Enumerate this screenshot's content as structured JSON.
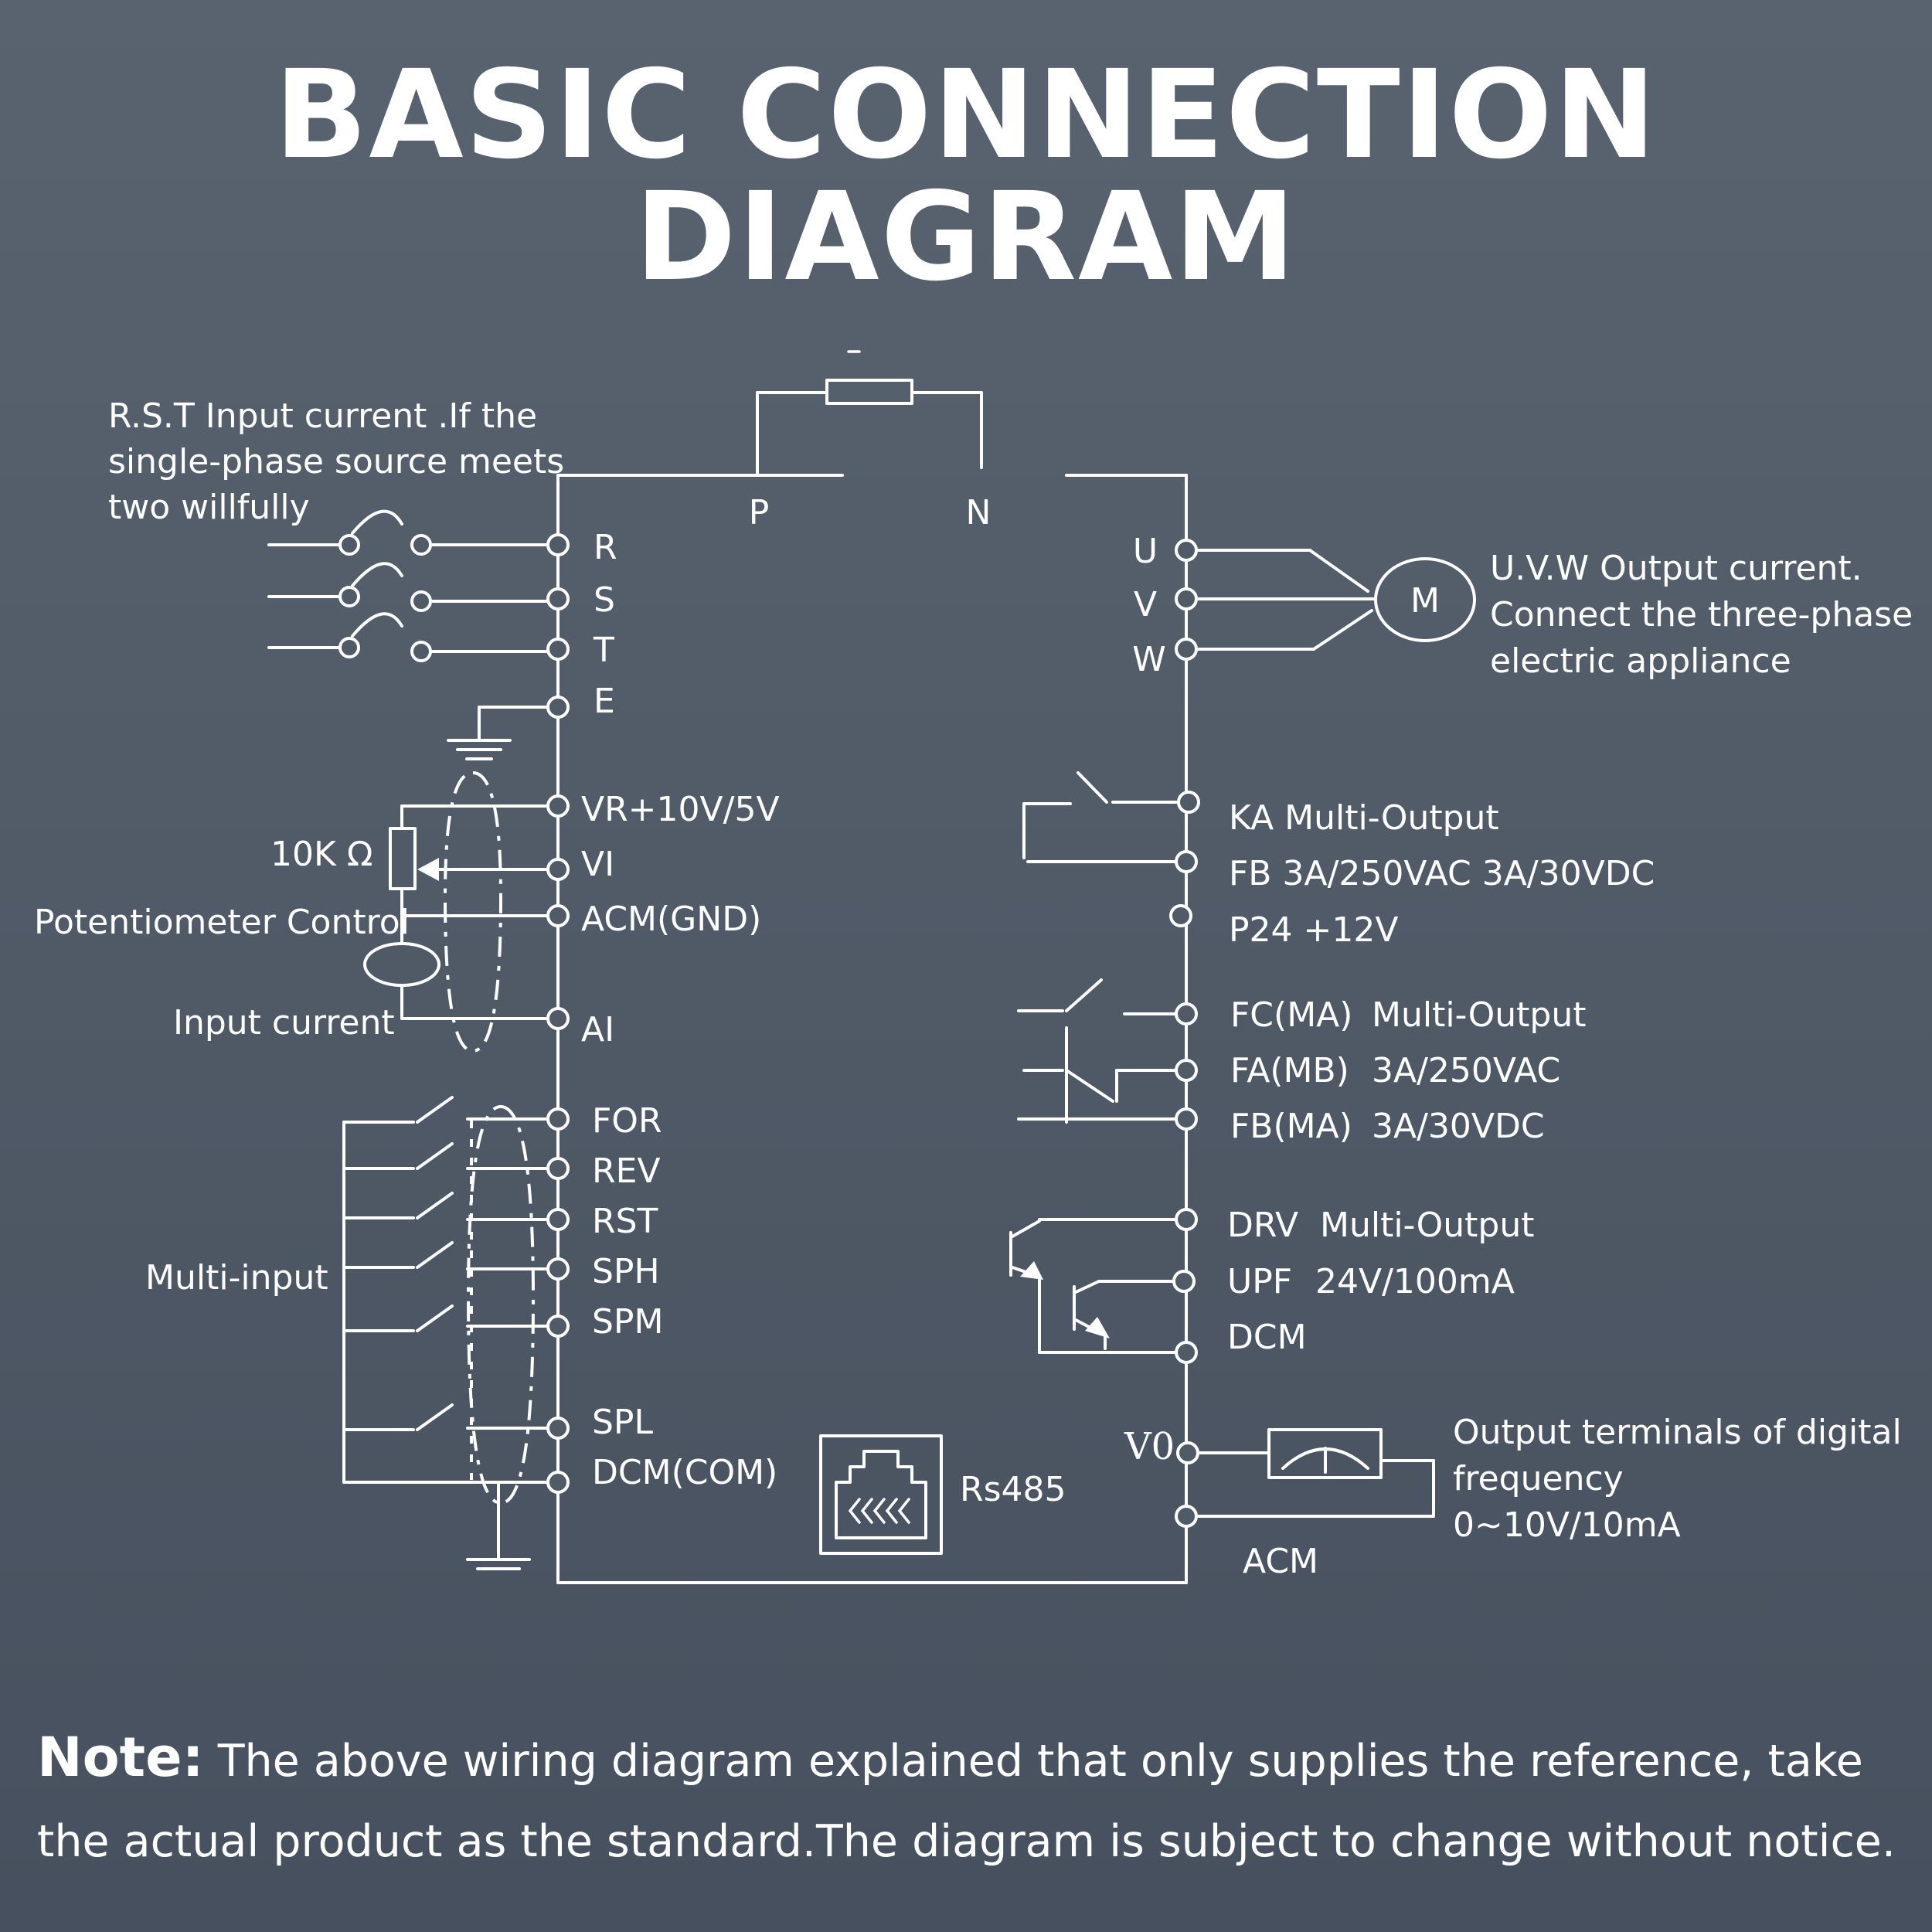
{
  "title": "BASIC CONNECTION DIAGRAM",
  "left_notes": {
    "rst_input": [
      "R.S.T Input current .If the",
      "single-phase source meets",
      "two willfully"
    ],
    "resistor": "10K Ω",
    "potentiometer": "Potentiometer Control",
    "input_current": "Input current",
    "multi_input": "Multi-input"
  },
  "top_terminals": {
    "p": "P",
    "n": "N"
  },
  "input_terminals": [
    "R",
    "S",
    "T",
    "E"
  ],
  "analog_terminals": [
    "VR+10V/5V",
    "VI",
    "ACM(GND)",
    "AI"
  ],
  "digital_inputs": [
    "FOR",
    "REV",
    "RST",
    "SPH",
    "SPM",
    "SPL",
    "DCM(COM)"
  ],
  "output_terminals": [
    "U",
    "V",
    "W"
  ],
  "motor": "M",
  "uvw_note": [
    "U.V.W Output current.",
    "Connect the three-phase",
    "electric appliance"
  ],
  "relay1": [
    "KA Multi-Output",
    "FB 3A/250VAC 3A/30VDC",
    "P24 +12V"
  ],
  "relay2": {
    "terminals": [
      "FC(MA)",
      "FA(MB)",
      "FB(MA)"
    ],
    "specs": [
      "Multi-Output",
      "3A/250VAC",
      "3A/30VDC"
    ]
  },
  "transistor": {
    "terminals": [
      "DRV",
      "UPF",
      "DCM"
    ],
    "specs": [
      "Multi-Output",
      "24V/100mA",
      ""
    ]
  },
  "rs485": "Rs485",
  "freq_out": {
    "v0": "V0",
    "acm": "ACM",
    "note": [
      "Output terminals of digital",
      "frequency",
      "0~10V/10mA"
    ]
  },
  "note": {
    "heading": "Note:",
    "text": " The above wiring diagram explained that only supplies the reference, take the actual product as the standard.The diagram is subject to change without notice."
  },
  "colors": {
    "background": "#515b68",
    "line": "#ffffff"
  }
}
